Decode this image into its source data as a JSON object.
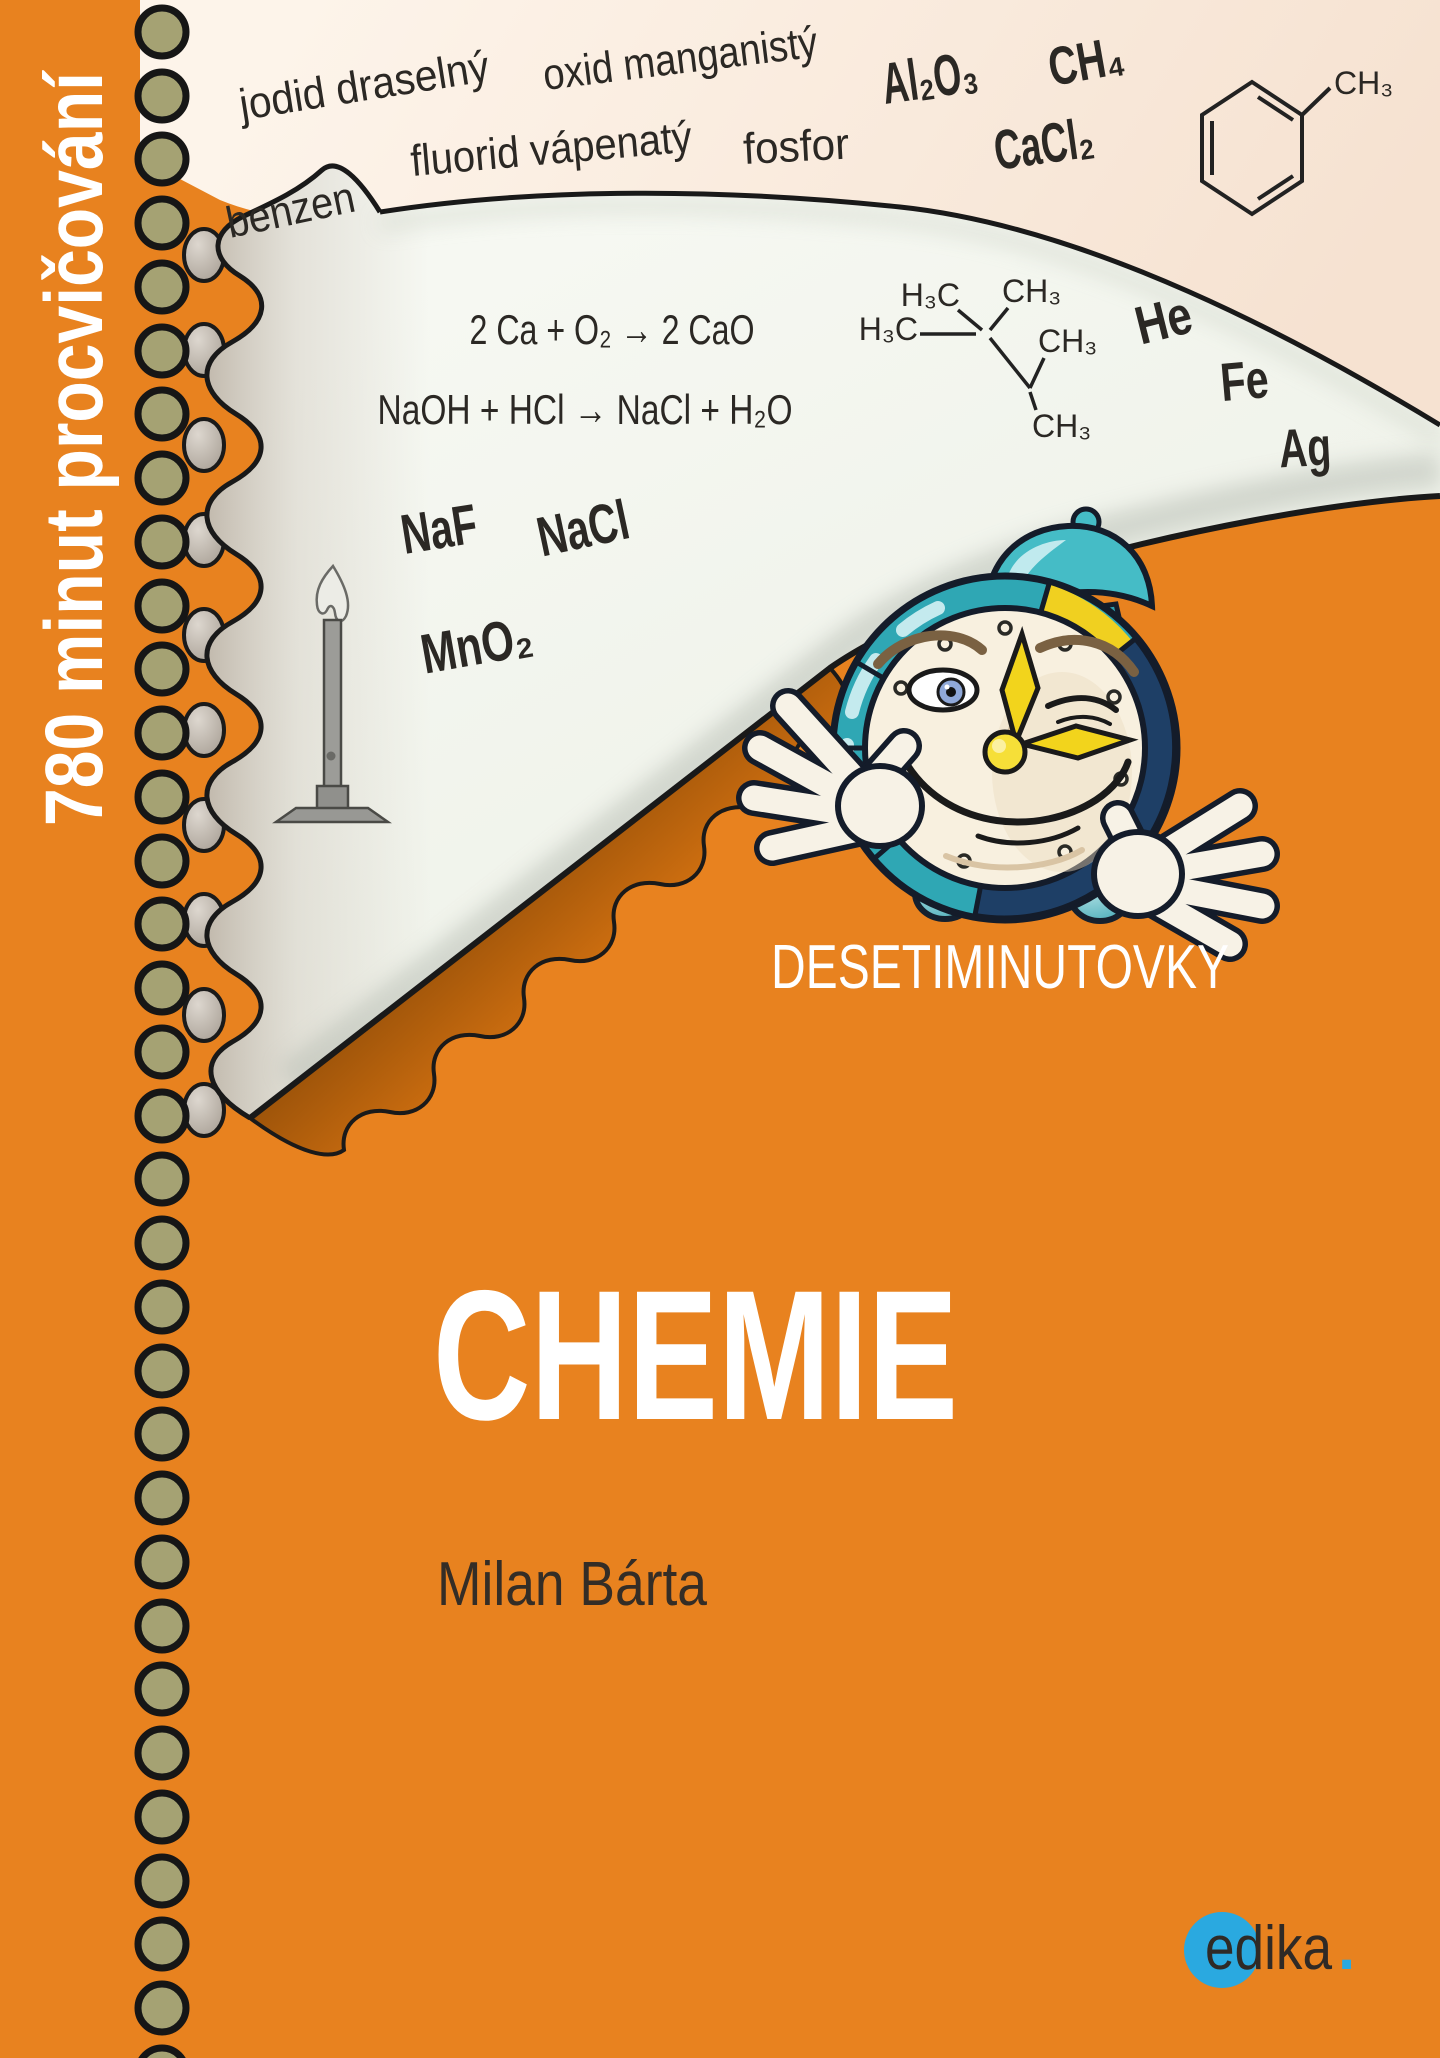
{
  "spine": {
    "label": "780 minut procvičování"
  },
  "cover_words": {
    "jodid": "jodid draselný",
    "oxid": "oxid manganistý",
    "benzen": "benzen",
    "fluorid": "fluorid vápenatý",
    "fosfor": "fosfor",
    "al2o3": "Al₂O₃",
    "ch4": "CH₄",
    "cacl2": "CaCl₂",
    "toluene_ch3": "CH₃"
  },
  "page_formulas": {
    "eq1": "2 Ca + O₂ → 2 CaO",
    "eq2": "NaOH + HCl → NaCl + H₂O",
    "naf": "NaF",
    "nacl": "NaCl",
    "mno2": "MnO₂",
    "he": "He",
    "fe": "Fe",
    "ag": "Ag",
    "iso": {
      "tl": "H₃C",
      "tr": "CH₃",
      "ml": "H₃C",
      "mr": "CH₃",
      "b": "CH₃"
    }
  },
  "title_block": {
    "series": "DESETIMINUTOVKY",
    "title": "CHEMIE",
    "author": "Milan Bárta"
  },
  "publisher": {
    "name": "edika",
    "dot": "."
  },
  "colors": {
    "cover_orange": "#e8821f",
    "cream": "#fbeee0",
    "page_white": "#f3f5ef",
    "binding_olive": "#a5a273",
    "clock_teal": "#3ab0bc",
    "clock_navy": "#1e3f66",
    "hand_yellow": "#f2d41c",
    "publisher_blue": "#2aa9e0",
    "ink": "#2b2824"
  }
}
